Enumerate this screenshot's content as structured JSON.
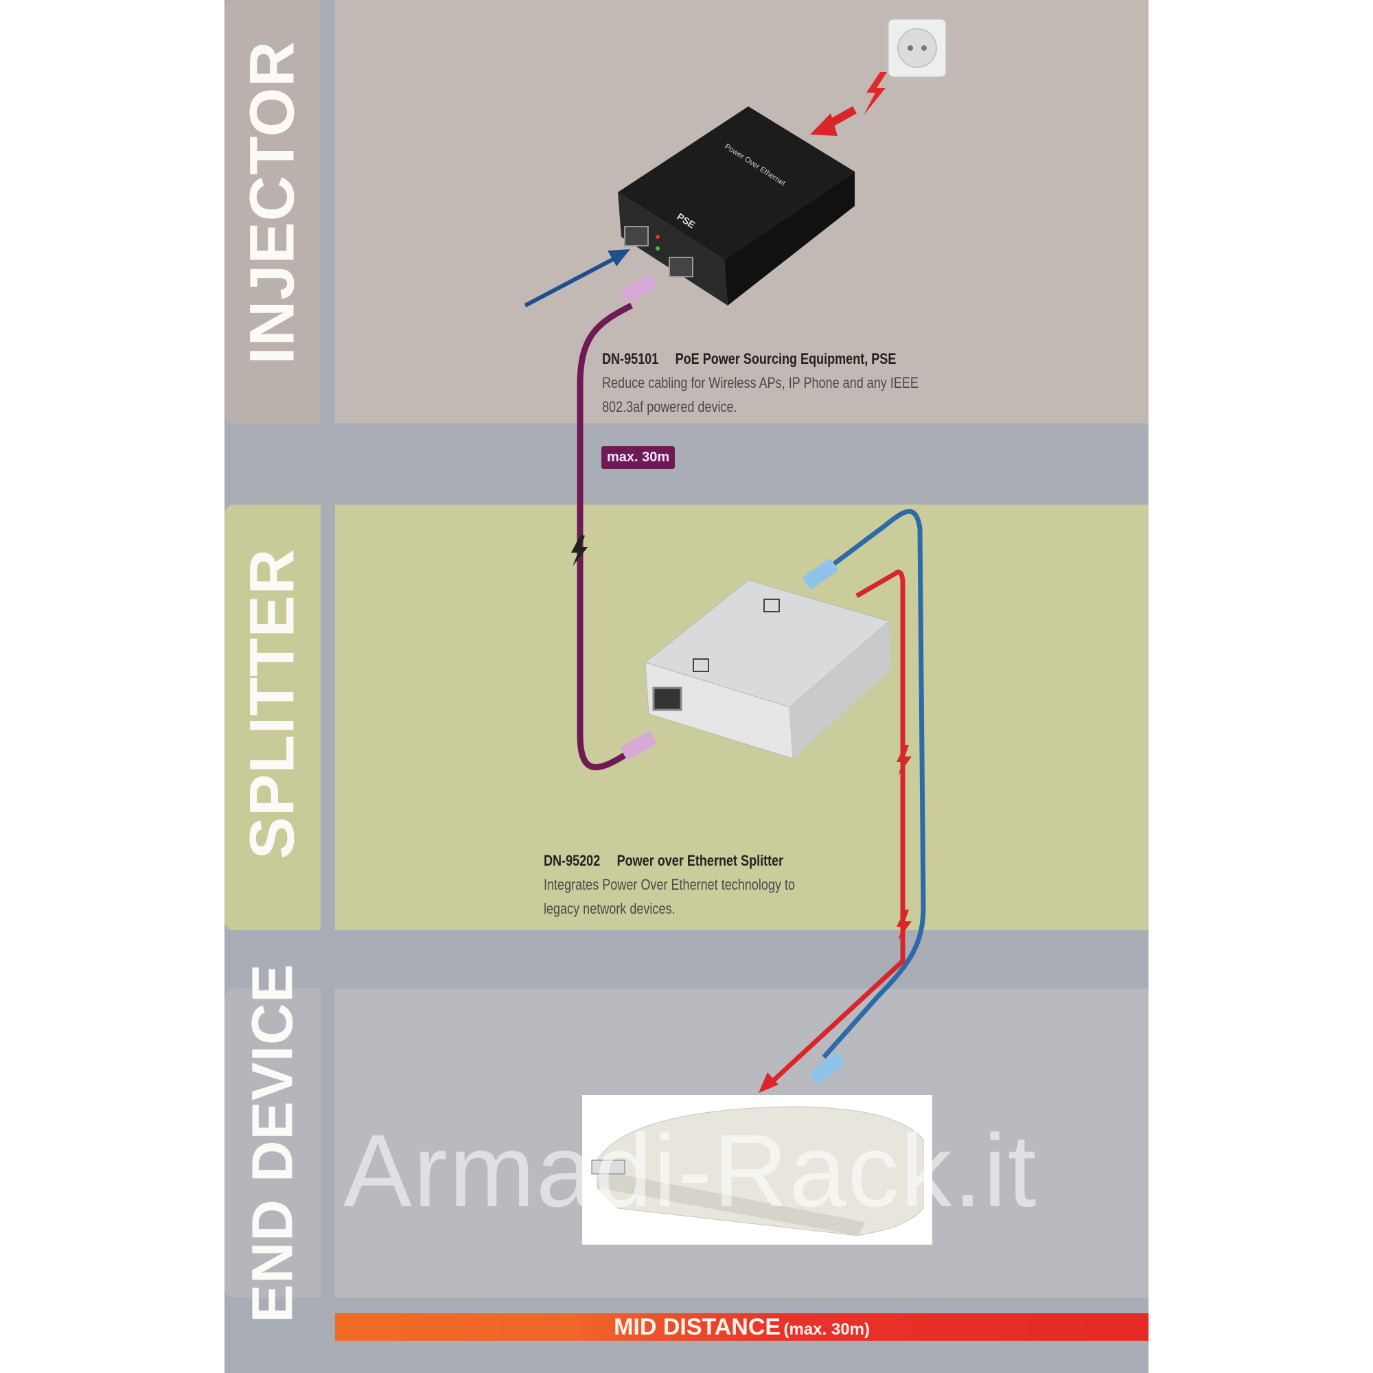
{
  "sections": {
    "injector": {
      "label": "INJECTOR",
      "code": "DN-95101",
      "title": "PoE Power Sourcing Equipment, PSE",
      "desc_line1": "Reduce cabling for Wireless APs, IP Phone and any IEEE",
      "desc_line2": "802.3af powered device.",
      "device_label": "PSE",
      "device_top_text": "Power Over Ethernet"
    },
    "splitter": {
      "label": "SPLITTER",
      "code": "DN-95202",
      "title": "Power over Ethernet Splitter",
      "desc_line1": "Integrates Power Over Ethernet technology to",
      "desc_line2": "legacy network devices."
    },
    "end_device": {
      "label": "END DEVICE"
    }
  },
  "cable_badge": "max. 30m",
  "distance_bar": {
    "main": "MID DISTANCE",
    "sub": "(max. 30m)"
  },
  "watermark": "Armadi-Rack.it",
  "colors": {
    "injector_bg": "#c2b9b4",
    "splitter_bg": "#cbcc9c",
    "end_device_bg": "#b9babf",
    "band": "#a9adb6",
    "poe_cable": "#6e1a55",
    "data_cable": "#2c6aa8",
    "power_cable": "#d8262a"
  }
}
